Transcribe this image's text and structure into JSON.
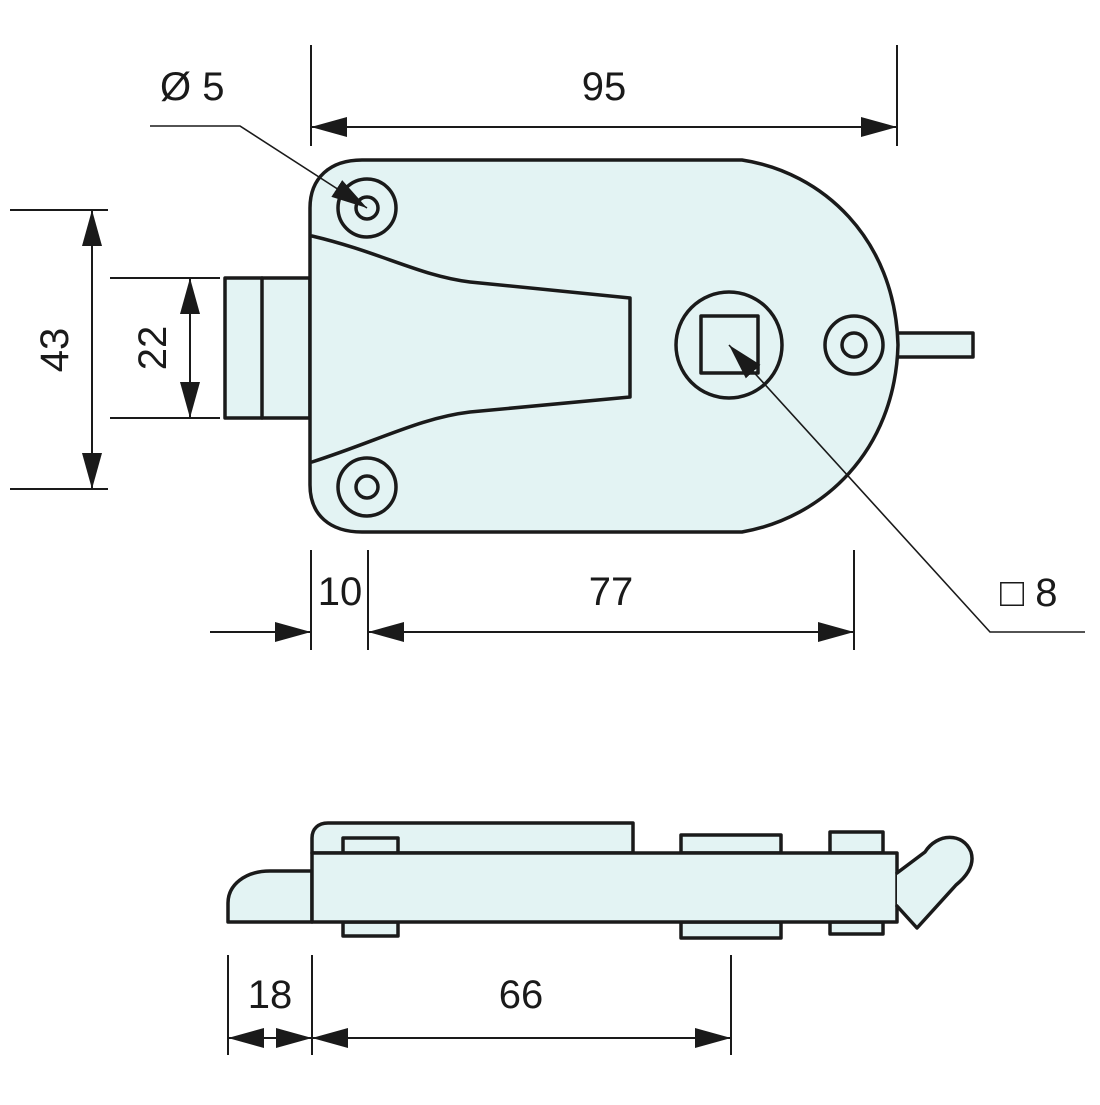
{
  "colors": {
    "part_fill": "#e3f3f3",
    "line": "#1a1a1a",
    "background": "#ffffff"
  },
  "dimensions": {
    "hole_diameter": "Ø 5",
    "overall_width": "95",
    "overall_height": "43",
    "bolt_height": "22",
    "bolt_projection": "10",
    "spindle_offset": "77",
    "spindle_square": "□ 8",
    "side_bolt_projection": "18",
    "side_center_distance": "66"
  }
}
